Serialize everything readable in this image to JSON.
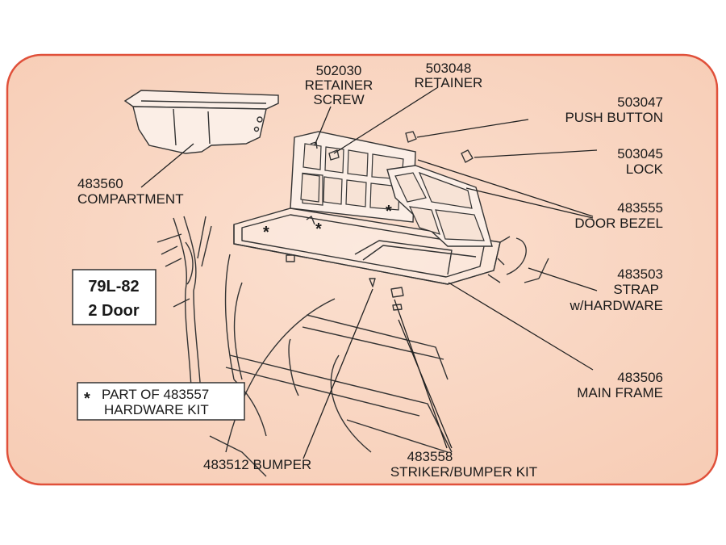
{
  "title_box": {
    "line1": "79L-82",
    "line2": "2 Door"
  },
  "note_box": {
    "symbol": "*",
    "line1": "PART OF 483557",
    "line2": "HARDWARE KIT"
  },
  "parts": [
    {
      "number": "502030",
      "name_line1": "RETAINER",
      "name_line2": "SCREW"
    },
    {
      "number": "503048",
      "name_line1": "RETAINER"
    },
    {
      "number": "503047",
      "name_line1": "PUSH BUTTON"
    },
    {
      "number": "503045",
      "name_line1": "LOCK"
    },
    {
      "number": "483555",
      "name_line1": "DOOR BEZEL"
    },
    {
      "number": "483503",
      "name_line1": "STRAP",
      "name_line2": "w/HARDWARE"
    },
    {
      "number": "483506",
      "name_line1": "MAIN FRAME"
    },
    {
      "number": "483558",
      "name_line1": "STRIKER/BUMPER KIT"
    },
    {
      "label": "483512 BUMPER"
    },
    {
      "number": "483560",
      "name_line1": "COMPARTMENT"
    }
  ],
  "markers": {
    "asterisk": "*"
  },
  "colors": {
    "background": "#f9d5c2",
    "border": "#e0503a"
  }
}
